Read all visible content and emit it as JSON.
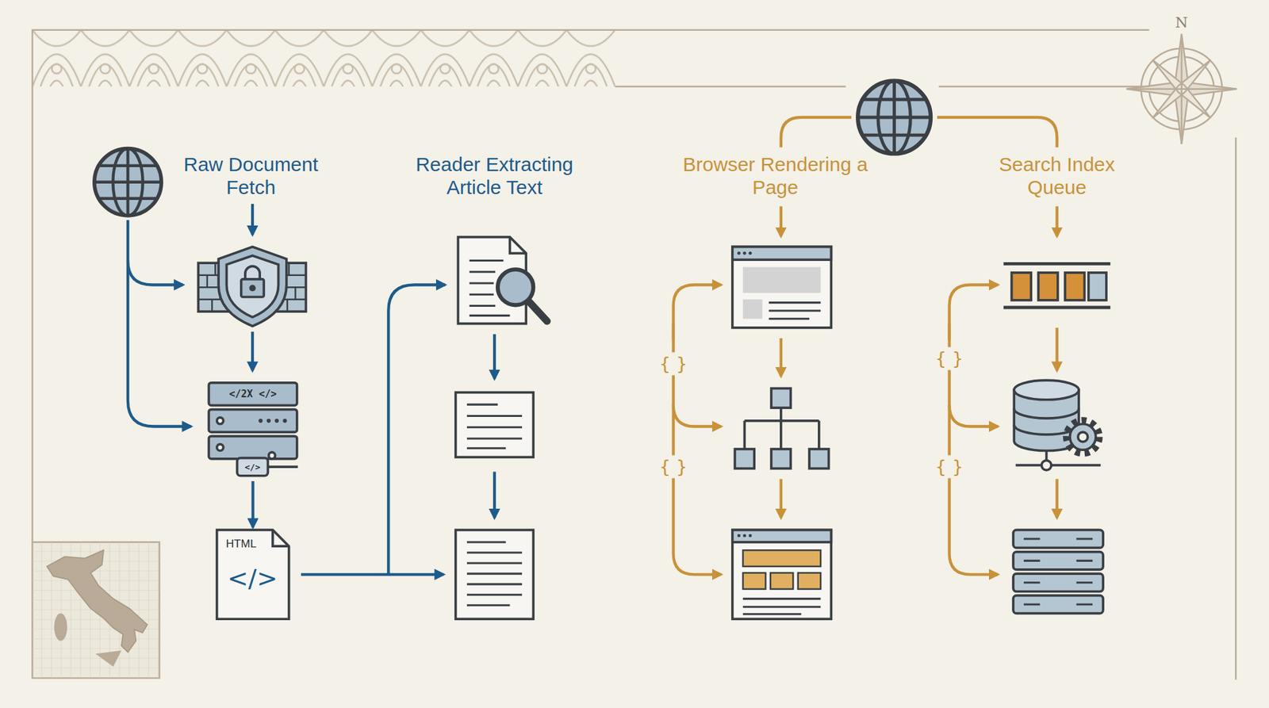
{
  "diagram": {
    "nodes": [
      {
        "text": [
          "</2X </>",
          "</>"
        ]
      },
      {
        "text": [
          "HTML",
          "</>"
        ]
      }
    ],
    "edges": [
      {
        "from": 0,
        "to": 1,
        "arrow": "to"
      }
    ],
    "labels": [
      "Raw Document Fetch",
      "Reader Extracting Article Text",
      "Browser Rendering a Page",
      "Search Index Queue",
      "{ }",
      "{ }",
      "{ }",
      "{ }",
      "N"
    ]
  }
}
